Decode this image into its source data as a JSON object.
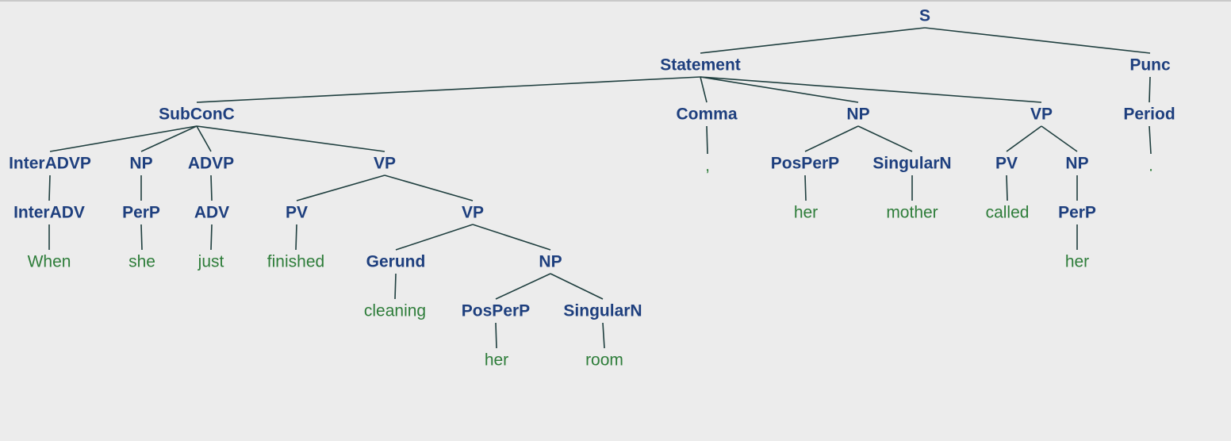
{
  "colors": {
    "background": "#ececec",
    "node_text": "#1e3f7e",
    "leaf_text": "#2e7d3a",
    "edge": "#1f3f3f"
  },
  "tree": {
    "label": "S",
    "children": [
      {
        "label": "Statement",
        "children": [
          {
            "label": "SubConC",
            "children": [
              {
                "label": "InterADVP",
                "children": [
                  {
                    "label": "InterADV",
                    "children": [
                      {
                        "label": "When",
                        "leaf": true
                      }
                    ]
                  }
                ]
              },
              {
                "label": "NP",
                "children": [
                  {
                    "label": "PerP",
                    "children": [
                      {
                        "label": "she",
                        "leaf": true
                      }
                    ]
                  }
                ]
              },
              {
                "label": "ADVP",
                "children": [
                  {
                    "label": "ADV",
                    "children": [
                      {
                        "label": "just",
                        "leaf": true
                      }
                    ]
                  }
                ]
              },
              {
                "label": "VP",
                "children": [
                  {
                    "label": "PV",
                    "children": [
                      {
                        "label": "finished",
                        "leaf": true
                      }
                    ]
                  },
                  {
                    "label": "VP",
                    "children": [
                      {
                        "label": "Gerund",
                        "children": [
                          {
                            "label": "cleaning",
                            "leaf": true
                          }
                        ]
                      },
                      {
                        "label": "NP",
                        "children": [
                          {
                            "label": "PosPerP",
                            "children": [
                              {
                                "label": "her",
                                "leaf": true
                              }
                            ]
                          },
                          {
                            "label": "SingularN",
                            "children": [
                              {
                                "label": "room",
                                "leaf": true
                              }
                            ]
                          }
                        ]
                      }
                    ]
                  }
                ]
              }
            ]
          },
          {
            "label": "Comma",
            "children": [
              {
                "label": ",",
                "leaf": true
              }
            ]
          },
          {
            "label": "NP",
            "children": [
              {
                "label": "PosPerP",
                "children": [
                  {
                    "label": "her",
                    "leaf": true
                  }
                ]
              },
              {
                "label": "SingularN",
                "children": [
                  {
                    "label": "mother",
                    "leaf": true
                  }
                ]
              }
            ]
          },
          {
            "label": "VP",
            "children": [
              {
                "label": "PV",
                "children": [
                  {
                    "label": "called",
                    "leaf": true
                  }
                ]
              },
              {
                "label": "NP",
                "children": [
                  {
                    "label": "PerP",
                    "children": [
                      {
                        "label": "her",
                        "leaf": true
                      }
                    ]
                  }
                ]
              }
            ]
          }
        ]
      },
      {
        "label": "Punc",
        "children": [
          {
            "label": "Period",
            "children": [
              {
                "label": ".",
                "leaf": true
              }
            ]
          }
        ]
      }
    ]
  }
}
